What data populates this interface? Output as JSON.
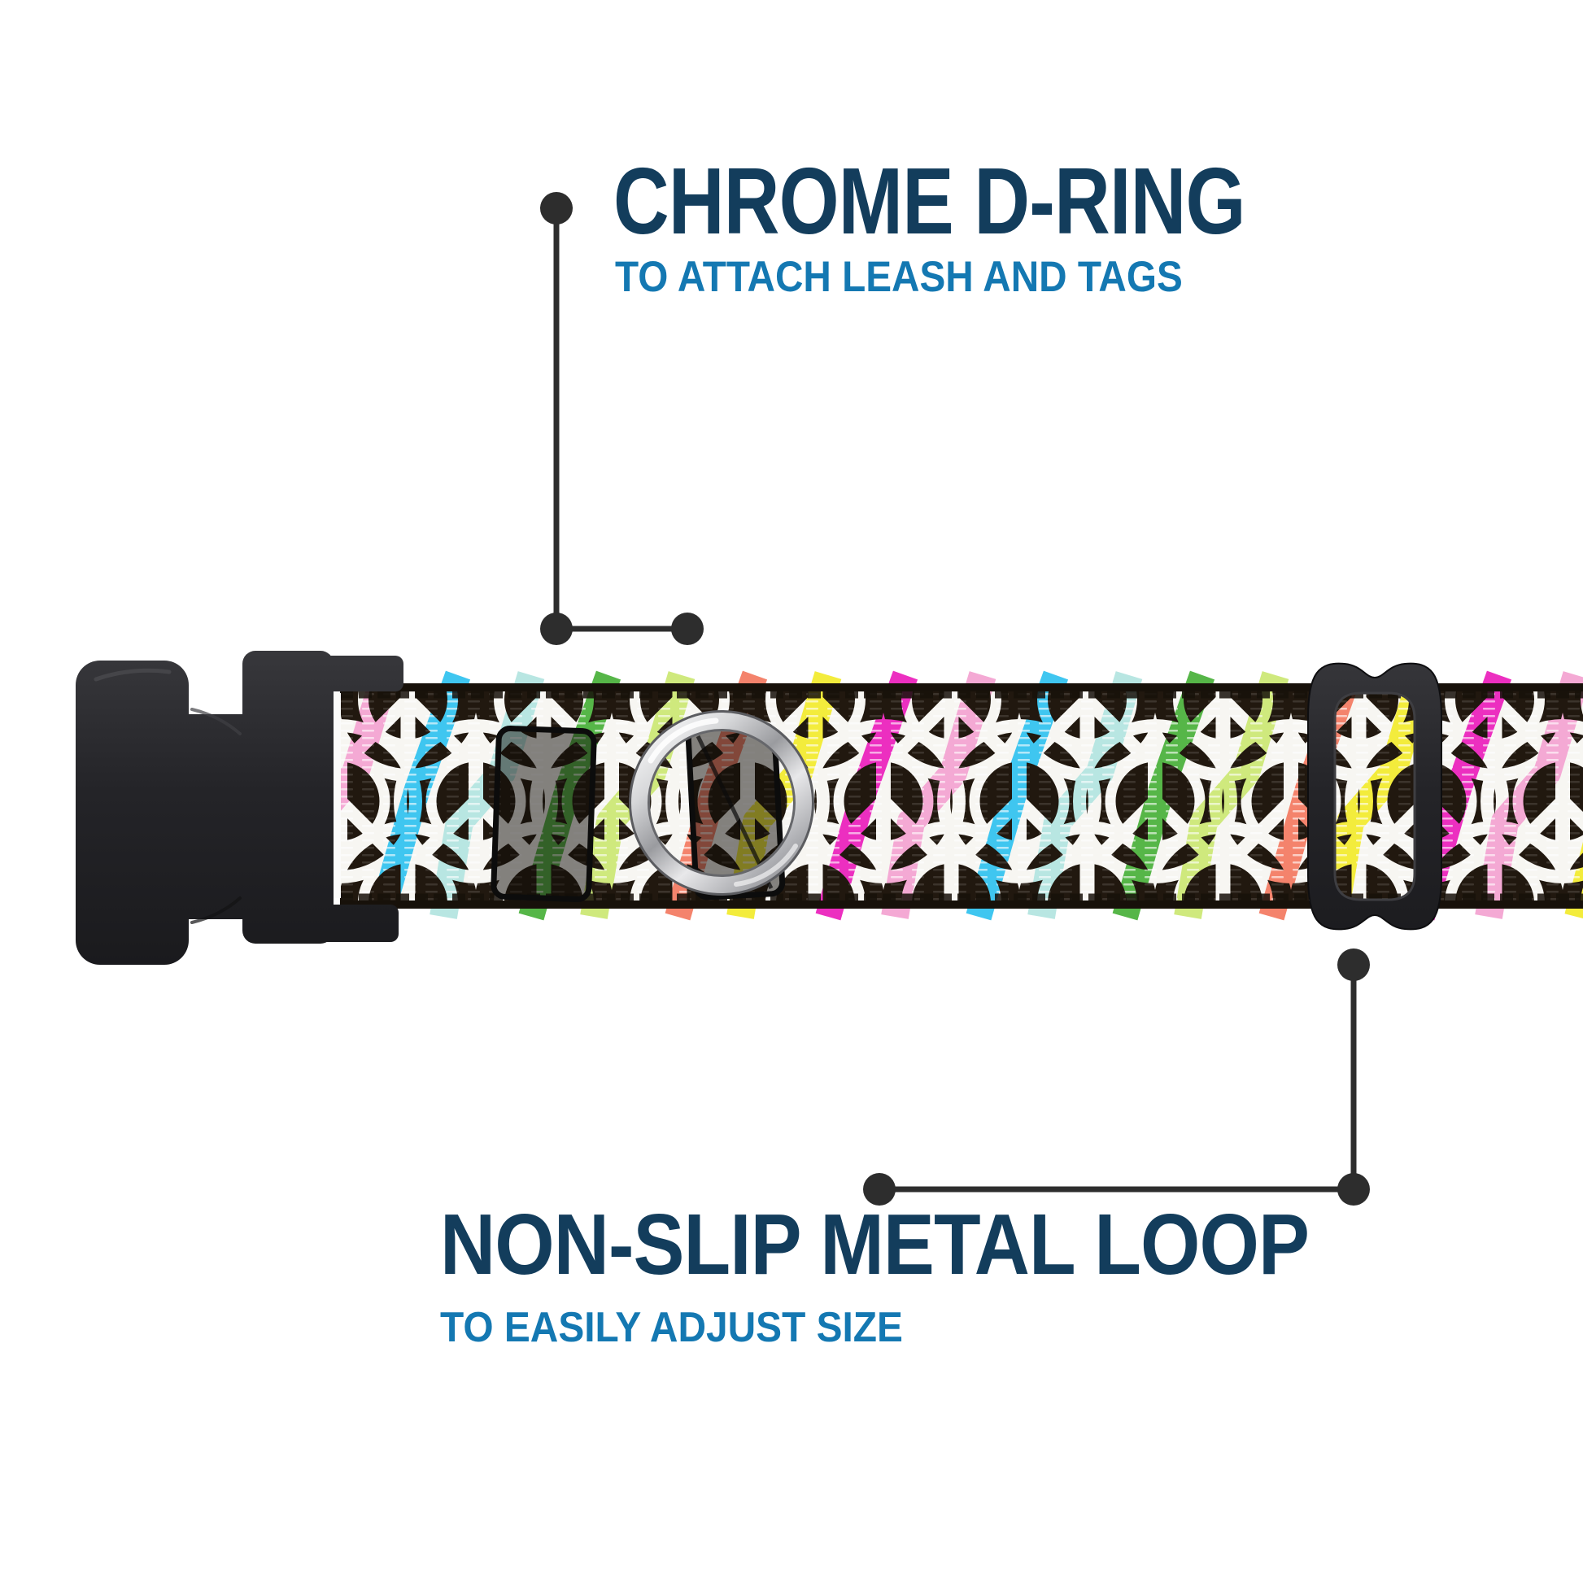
{
  "annotations": {
    "chrome_d_ring": {
      "title": "CHROME D-RING",
      "subtitle": "TO ATTACH LEASH AND TAGS"
    },
    "metal_loop": {
      "title": "NON-SLIP METAL LOOP",
      "subtitle": "TO EASILY ADJUST SIZE"
    }
  },
  "colors": {
    "title_text": "#133d5c",
    "subtitle_text": "#1478b2",
    "callout": "#2d2d2d",
    "buckle_black": "#232327",
    "chrome_light": "#f2f2f3",
    "chrome_dark": "#8e8f94",
    "webbing_base": "#f7f6f2",
    "webbing_dark": "#21180f",
    "stripe_palette": [
      "#f4a9d4",
      "#3fc6f0",
      "#b8e6e2",
      "#56b648",
      "#cfe97d",
      "#f4836c",
      "#f3ec3c",
      "#ec2fc0"
    ]
  }
}
